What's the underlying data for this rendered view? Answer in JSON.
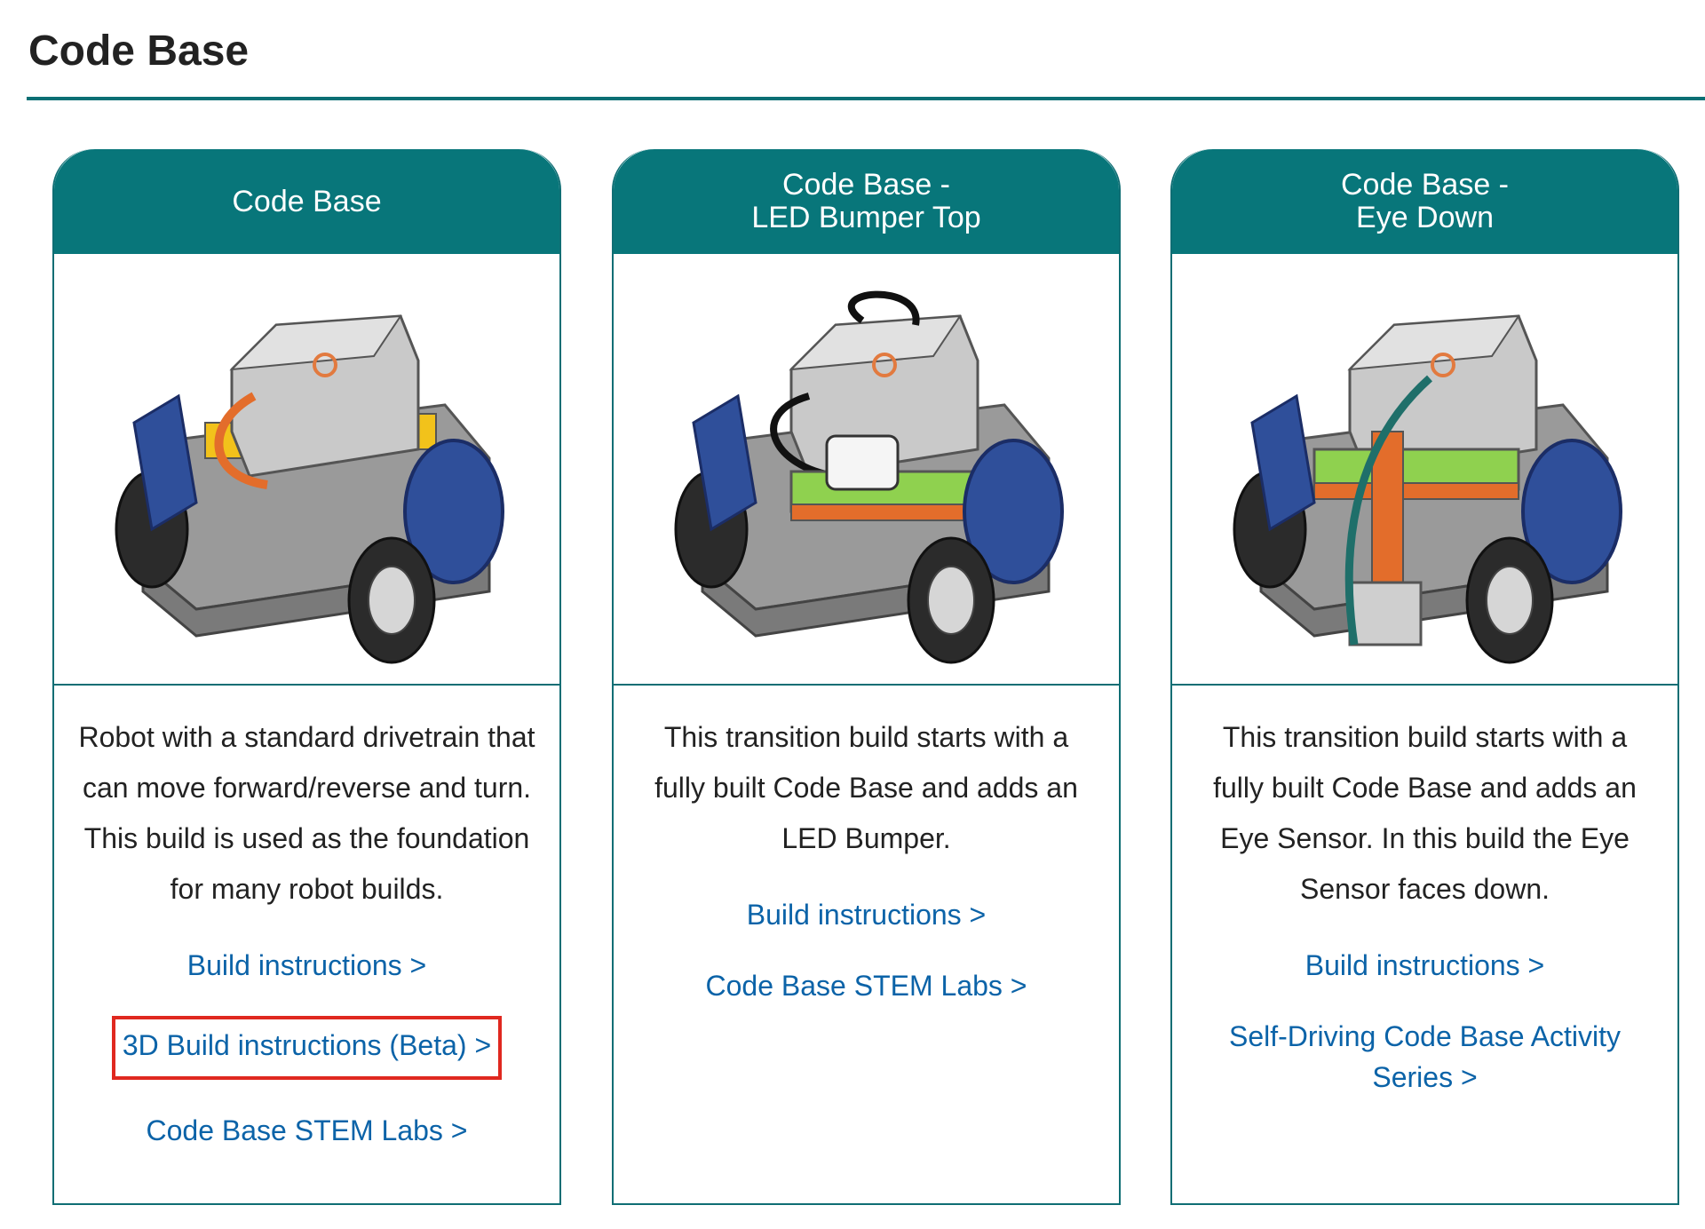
{
  "page": {
    "title": "Code Base"
  },
  "colors": {
    "header_bg": "#08767a",
    "border": "#0f6e74",
    "link": "#0b63a8",
    "highlight": "#e0281f"
  },
  "cards": [
    {
      "header_line1": "Code Base",
      "header_line2": "",
      "image_icon": "robot-code-base-illustration",
      "description": "Robot with a standard drivetrain that can move forward/reverse and turn. This build is used as the foundation for many robot builds.",
      "links": [
        "Build instructions >",
        "3D Build instructions (Beta) >",
        "Code Base STEM Labs >"
      ]
    },
    {
      "header_line1": "Code Base -",
      "header_line2": "LED Bumper Top",
      "image_icon": "robot-led-bumper-illustration",
      "description": "This transition build starts with a fully built Code Base and adds an LED Bumper.",
      "links": [
        "Build instructions >",
        "Code Base STEM Labs >"
      ]
    },
    {
      "header_line1": "Code Base -",
      "header_line2": "Eye Down",
      "image_icon": "robot-eye-down-illustration",
      "description": "This transition build starts with a fully built Code Base and adds an Eye Sensor. In this build the Eye Sensor faces down.",
      "links": [
        "Build instructions >",
        "Self-Driving Code Base Activity Series >"
      ]
    }
  ]
}
